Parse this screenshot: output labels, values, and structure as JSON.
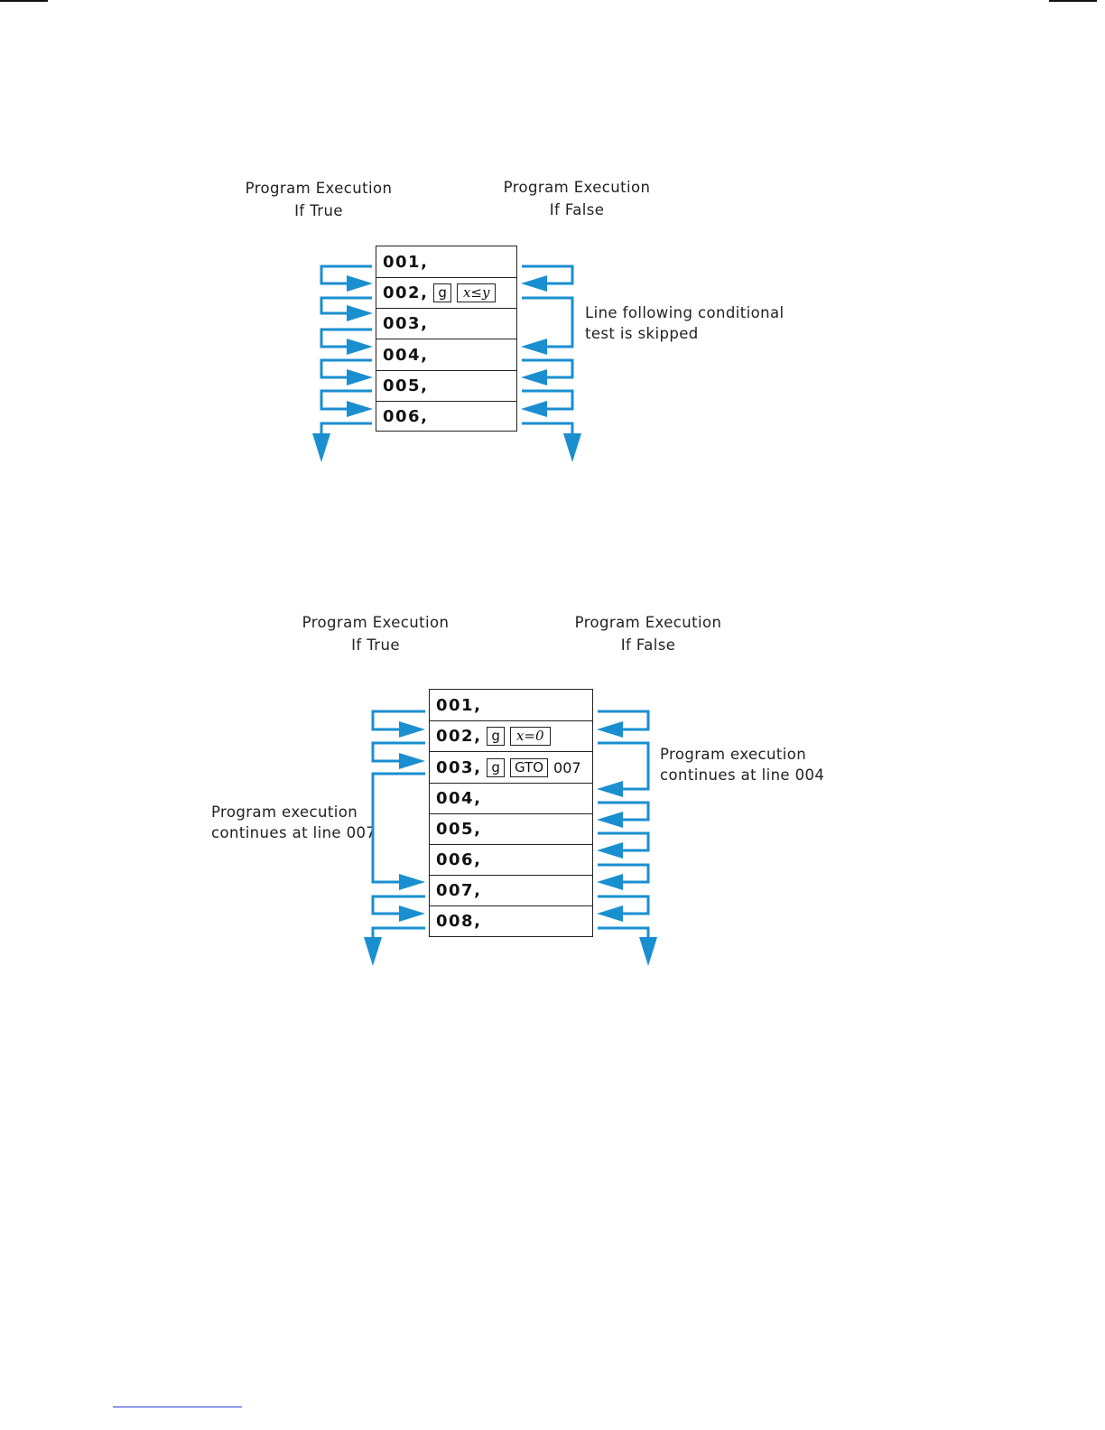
{
  "diagram1": {
    "true_label": [
      "Program Execution",
      "If True"
    ],
    "false_label": [
      "Program Execution",
      "If False"
    ],
    "note": [
      "Line following conditional",
      "test is skipped"
    ],
    "rows": [
      {
        "num": "001,"
      },
      {
        "num": "002,",
        "key1": "g",
        "key2": "x≤y"
      },
      {
        "num": "003,"
      },
      {
        "num": "004,"
      },
      {
        "num": "005,"
      },
      {
        "num": "006,"
      }
    ]
  },
  "diagram2": {
    "true_label": [
      "Program Execution",
      "If True"
    ],
    "false_label": [
      "Program Execution",
      "If False"
    ],
    "note_right": [
      "Program execution",
      "continues at line 004"
    ],
    "note_left": [
      "Program execution",
      "continues at line 007"
    ],
    "rows": [
      {
        "num": "001,"
      },
      {
        "num": "002,",
        "key1": "g",
        "key2": "x=0"
      },
      {
        "num": "003,",
        "key1": "g",
        "key2": "GTO",
        "arg": "007"
      },
      {
        "num": "004,"
      },
      {
        "num": "005,"
      },
      {
        "num": "006,"
      },
      {
        "num": "007,"
      },
      {
        "num": "008,"
      }
    ]
  },
  "colors": {
    "arrow": "#1a8fd0",
    "line": "#222222"
  }
}
